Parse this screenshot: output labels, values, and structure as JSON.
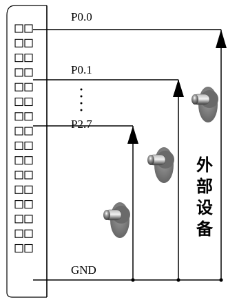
{
  "diagram": {
    "pin_labels": {
      "p00": "P0.0",
      "p01": "P0.1",
      "p27": "P2.7",
      "gnd": "GND"
    },
    "ellipsis": "⋮",
    "device_label": [
      "外",
      "部",
      "设",
      "备"
    ],
    "connector_pin_rows": 16,
    "connector_pin_columns": 2,
    "icons": [
      "switch-icon",
      "switch-icon",
      "switch-icon"
    ],
    "colors": {
      "line": "#000000",
      "background": "#ffffff"
    }
  }
}
